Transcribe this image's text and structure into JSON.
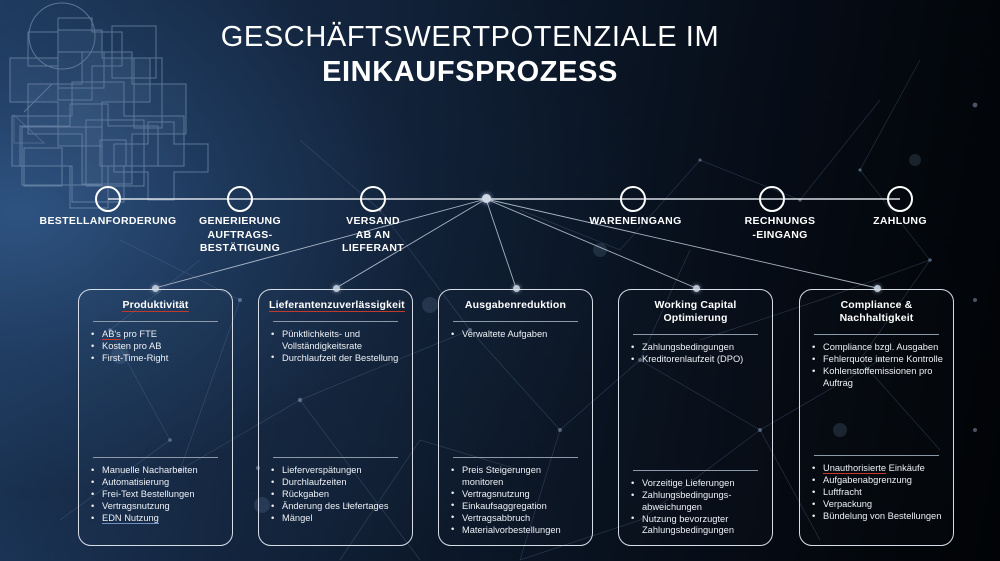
{
  "header": {
    "title_line1": "GESCHÄFTSWERTPOTENZIALE IM",
    "title_line2": "EINKAUFSPROZESS"
  },
  "timeline": {
    "steps": [
      {
        "label": "BESTELLANFORDERUNG"
      },
      {
        "label": "GENERIERUNG\nAUFTRAGS-\nBESTÄTIGUNG"
      },
      {
        "label": "VERSAND\nAB AN\nLIEFERANT"
      },
      {
        "label": "WARENEINGANG"
      },
      {
        "label": "RECHNUNGS\n-EINGANG"
      },
      {
        "label": "ZAHLUNG"
      }
    ]
  },
  "cards": [
    {
      "title": "Produktivität",
      "title_underline": "red",
      "top_items": [
        {
          "text": "AB's pro FTE",
          "mark": "red",
          "mark_word": "AB's"
        },
        {
          "text": "Kosten pro AB",
          "mark": "none"
        },
        {
          "text": "First-Time-Right",
          "mark": "none"
        }
      ],
      "bottom_items": [
        {
          "text": "Manuelle Nacharbeiten",
          "mark": "none"
        },
        {
          "text": "Automatisierung",
          "mark": "none"
        },
        {
          "text": "Frei-Text Bestellungen",
          "mark": "none"
        },
        {
          "text": "Vertragsnutzung",
          "mark": "none"
        },
        {
          "text": "EDN Nutzung",
          "mark": "blue",
          "mark_word": "EDN Nutzung"
        }
      ]
    },
    {
      "title": "Lieferantenzuverlässigkeit",
      "title_underline": "red",
      "top_items": [
        {
          "text": "Pünktlichkeits- und Vollständigkeitsrate",
          "mark": "none"
        },
        {
          "text": "Durchlaufzeit der Bestellung",
          "mark": "none"
        }
      ],
      "bottom_items": [
        {
          "text": "Lieferverspätungen",
          "mark": "none"
        },
        {
          "text": "Durchlaufzeiten",
          "mark": "none"
        },
        {
          "text": "Rückgaben",
          "mark": "none"
        },
        {
          "text": "Änderung des Liefertages",
          "mark": "none"
        },
        {
          "text": "Mängel",
          "mark": "none"
        }
      ]
    },
    {
      "title": "Ausgabenreduktion",
      "title_underline": "none",
      "top_items": [
        {
          "text": "Verwaltete Aufgaben",
          "mark": "none"
        }
      ],
      "bottom_items": [
        {
          "text": "Preis Steigerungen monitoren",
          "mark": "none"
        },
        {
          "text": "Vertragsnutzung",
          "mark": "none"
        },
        {
          "text": "Einkaufsaggregation",
          "mark": "none"
        },
        {
          "text": "Vertragsabbruch",
          "mark": "none"
        },
        {
          "text": "Materialvorbestellungen",
          "mark": "none"
        }
      ]
    },
    {
      "title": "Working Capital Optimierung",
      "title_underline": "none",
      "top_items": [
        {
          "text": "Zahlungsbedingungen",
          "mark": "none"
        },
        {
          "text": "Kreditorenlaufzeit (DPO)",
          "mark": "none"
        }
      ],
      "bottom_items": [
        {
          "text": "Vorzeitige Lieferungen",
          "mark": "none"
        },
        {
          "text": "Zahlungsbedingungs-abweichungen",
          "mark": "none"
        },
        {
          "text": "Nutzung bevorzugter Zahlungsbedingungen",
          "mark": "none"
        }
      ]
    },
    {
      "title": "Compliance & Nachhaltigkeit",
      "title_underline": "none",
      "top_items": [
        {
          "text": "Compliance bzgl. Ausgaben",
          "mark": "none"
        },
        {
          "text": "Fehlerquote interne Kontrolle",
          "mark": "none"
        },
        {
          "text": "Kohlenstoffemissionen pro Auftrag",
          "mark": "none"
        }
      ],
      "bottom_items": [
        {
          "text": "Unauthorisierte Einkäufe",
          "mark": "red",
          "mark_word": "Unauthorisierte"
        },
        {
          "text": "Aufgabenabgrenzung",
          "mark": "none"
        },
        {
          "text": "Luftfracht",
          "mark": "none"
        },
        {
          "text": "Verpackung",
          "mark": "none"
        },
        {
          "text": "Bündelung von Bestellungen",
          "mark": "none"
        }
      ]
    }
  ],
  "colors": {
    "accent_line": "#ffffff",
    "spellcheck_red": "#c7372b",
    "spellcheck_blue": "#6f8fc4",
    "card_border": "#d7dde6",
    "bg_dark": "#010306",
    "bg_blue": "#23456e"
  }
}
